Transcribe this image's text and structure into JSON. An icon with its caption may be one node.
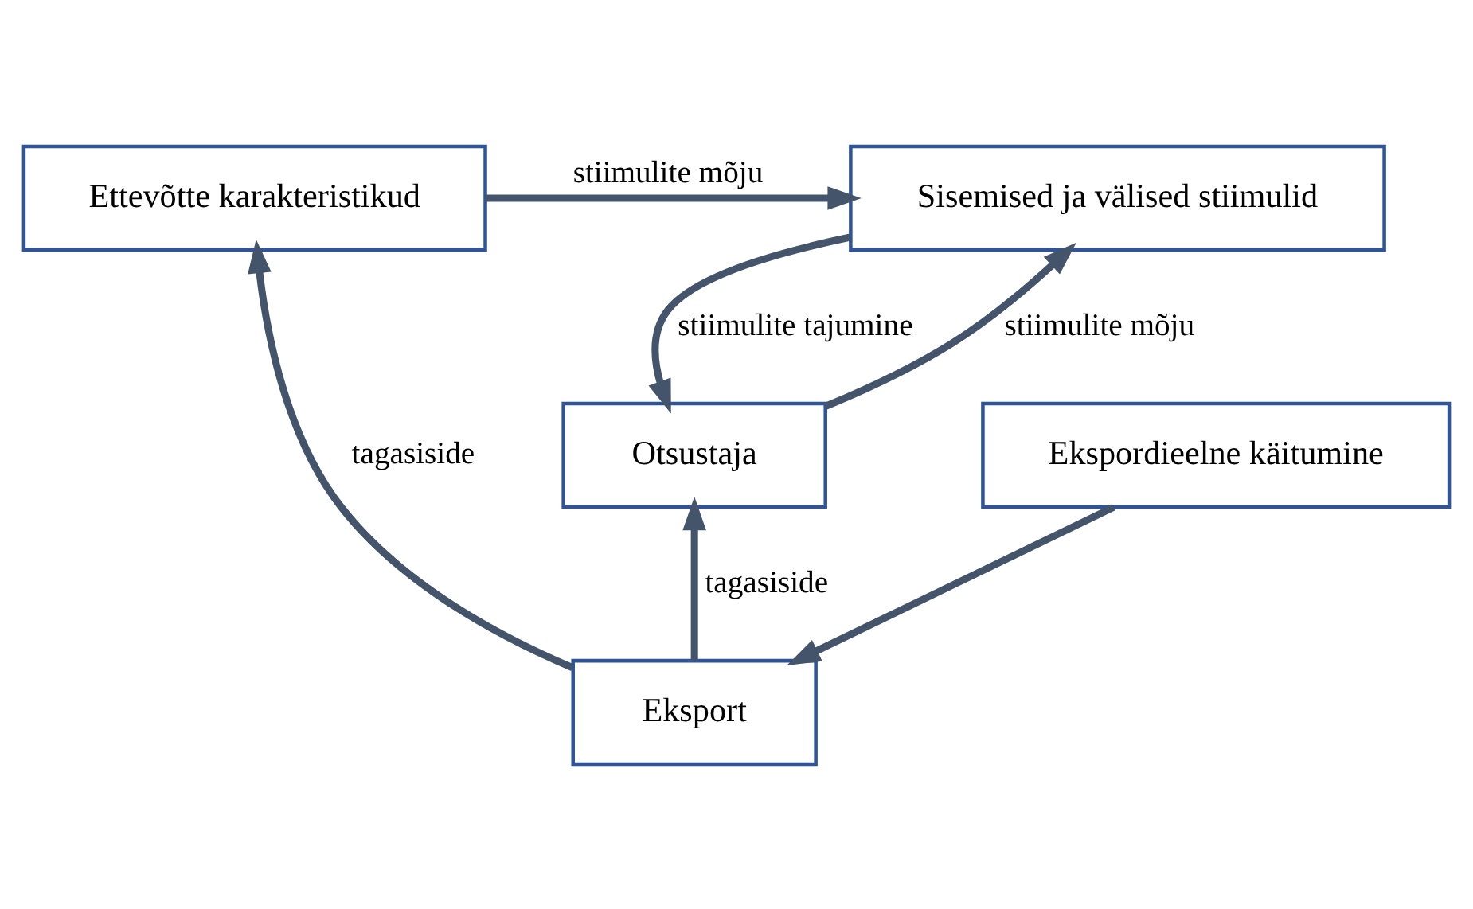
{
  "diagram": {
    "nodes": [
      {
        "text": [
          "Ettevõtte karakteristikud"
        ]
      },
      {
        "text": [
          "Sisemised ja välised stiimulid"
        ]
      },
      {
        "text": [
          "Otsustaja"
        ]
      },
      {
        "text": [
          "Ekspordieelne käitumine"
        ]
      },
      {
        "text": [
          "Eksport"
        ]
      }
    ],
    "edges": [
      {
        "from": 0,
        "to": 1,
        "arrow": "to",
        "label": "stiimulite mõju"
      },
      {
        "from": 1,
        "to": 2,
        "arrow": "to",
        "label": "stiimulite tajumine"
      },
      {
        "from": 2,
        "to": 1,
        "arrow": "to",
        "label": "stiimulite mõju"
      },
      {
        "from": 3,
        "to": 4,
        "arrow": "to"
      },
      {
        "from": 4,
        "to": 2,
        "arrow": "to",
        "label": "tagasiside"
      },
      {
        "from": 4,
        "to": 0,
        "arrow": "to",
        "label": "tagasiside"
      }
    ]
  }
}
